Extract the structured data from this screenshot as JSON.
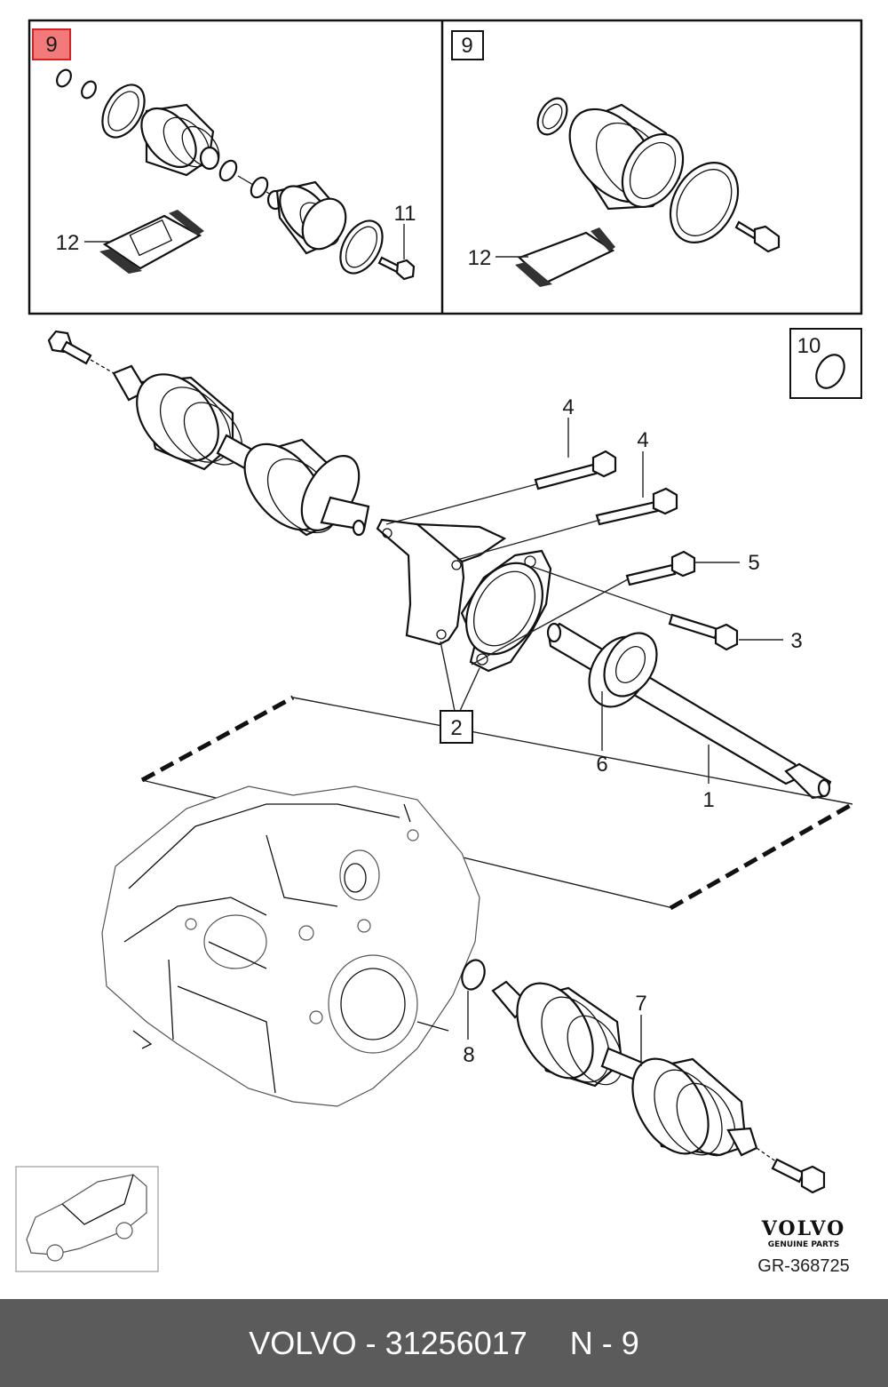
{
  "callouts": {
    "kit_left": "9",
    "kit_right": "9",
    "c1": "1",
    "c2": "2",
    "c3": "3",
    "c4a": "4",
    "c4b": "4",
    "c5": "5",
    "c6": "6",
    "c7": "7",
    "c8": "8",
    "c10": "10",
    "c11": "11",
    "c12a": "12",
    "c12b": "12"
  },
  "colors": {
    "highlight_fill": "#f27a7a",
    "highlight_stroke": "#d92020",
    "footer_bg": "#5b5b5b"
  },
  "brand": {
    "name": "VOLVO",
    "sub": "GENUINE PARTS",
    "diagram_ref": "GR-368725"
  },
  "footer": {
    "part_title": "VOLVO - 31256017",
    "position": "N - 9"
  }
}
